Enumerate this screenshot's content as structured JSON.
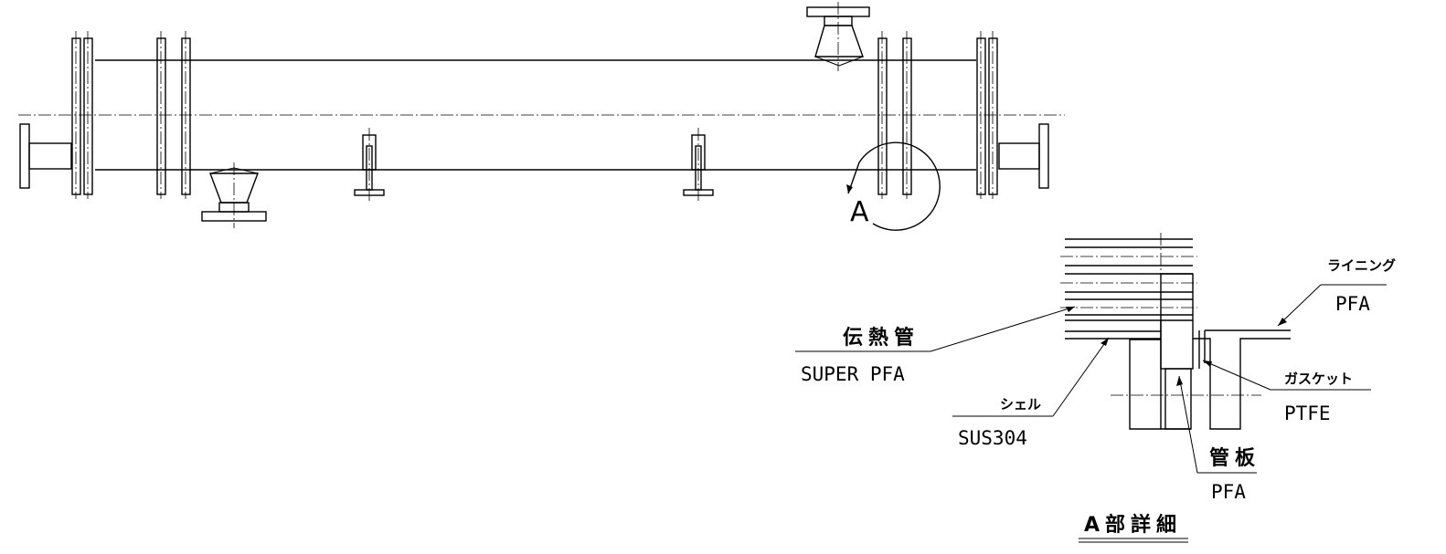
{
  "exchanger": {
    "detail_marker": "A"
  },
  "detail": {
    "title": "A部詳細",
    "callouts": [
      {
        "name": "伝熱管",
        "material": "SUPER PFA"
      },
      {
        "name": "シェル",
        "material": "SUS304"
      },
      {
        "name": "管板",
        "material": "PFA"
      },
      {
        "name": "ガスケット",
        "material": "PTFE"
      },
      {
        "name": "ライニング",
        "material": "PFA"
      }
    ]
  }
}
